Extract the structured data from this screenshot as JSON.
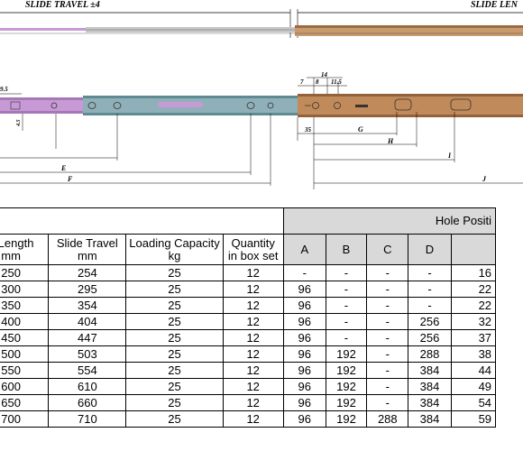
{
  "drawing": {
    "header_left": "SLIDE TRAVEL ±4",
    "header_right": "SLIDE LEN",
    "dim_labels": {
      "d95": "9.5",
      "d45": "4.5",
      "d14": "14",
      "d7": "7",
      "d8": "8",
      "d115": "11.5",
      "d35": "35",
      "E": "E",
      "F": "F",
      "G": "G",
      "H": "H",
      "I": "I",
      "J": "J"
    },
    "colors": {
      "inner_member": "#c79ad6",
      "middle_member": "#8fb0b8",
      "outer_member": "#c08a5a",
      "top_gray": "#c7c7c7",
      "top_brown": "#c89a6d"
    }
  },
  "table": {
    "group_header": "Hole Positi",
    "col_headers": [
      "e Length\nmm",
      "Slide Travel\nmm",
      "Loading Capacity\nkg",
      "Quantity\nin box set",
      "A",
      "B",
      "C",
      "D",
      ""
    ],
    "rows": [
      [
        "250",
        "254",
        "25",
        "12",
        "-",
        "-",
        "-",
        "-",
        "16"
      ],
      [
        "300",
        "295",
        "25",
        "12",
        "96",
        "-",
        "-",
        "-",
        "22"
      ],
      [
        "350",
        "354",
        "25",
        "12",
        "96",
        "-",
        "-",
        "-",
        "22"
      ],
      [
        "400",
        "404",
        "25",
        "12",
        "96",
        "-",
        "-",
        "256",
        "32"
      ],
      [
        "450",
        "447",
        "25",
        "12",
        "96",
        "-",
        "-",
        "256",
        "37"
      ],
      [
        "500",
        "503",
        "25",
        "12",
        "96",
        "192",
        "-",
        "288",
        "38"
      ],
      [
        "550",
        "554",
        "25",
        "12",
        "96",
        "192",
        "-",
        "384",
        "44"
      ],
      [
        "600",
        "610",
        "25",
        "12",
        "96",
        "192",
        "-",
        "384",
        "49"
      ],
      [
        "650",
        "660",
        "25",
        "12",
        "96",
        "192",
        "-",
        "384",
        "54"
      ],
      [
        "700",
        "710",
        "25",
        "12",
        "96",
        "192",
        "288",
        "384",
        "59"
      ]
    ]
  }
}
